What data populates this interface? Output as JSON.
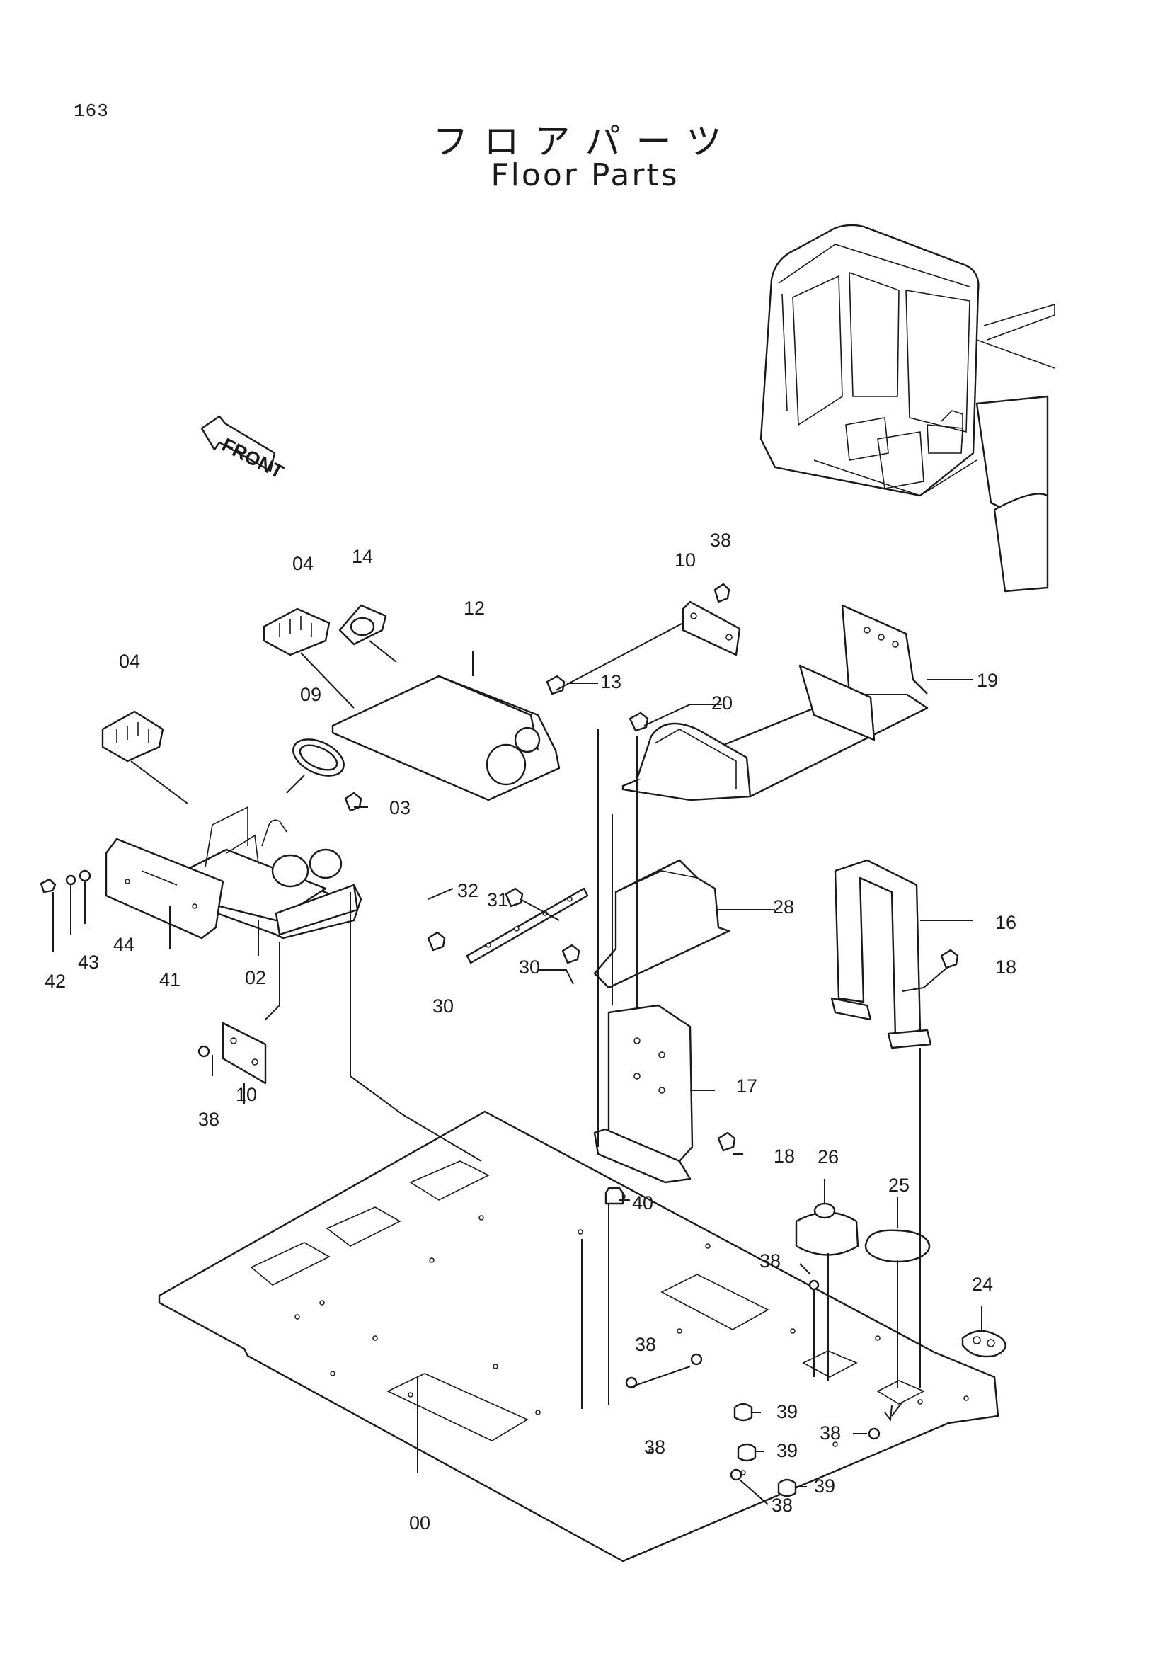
{
  "page": {
    "number": "163",
    "title_jp": "フロアパーツ",
    "title_en": "Floor Parts"
  },
  "front_arrow": {
    "label": "FRONT"
  },
  "callouts": {
    "c00": "00",
    "c02": "02",
    "c03": "03",
    "c04a": "04",
    "c04b": "04",
    "c09": "09",
    "c10a": "10",
    "c10b": "10",
    "c12": "12",
    "c13": "13",
    "c14": "14",
    "c16": "16",
    "c17": "17",
    "c18a": "18",
    "c18b": "18",
    "c19": "19",
    "c20": "20",
    "c24": "24",
    "c25": "25",
    "c26": "26",
    "c28": "28",
    "c30a": "30",
    "c30b": "30",
    "c31": "31",
    "c32": "32",
    "c38a": "38",
    "c38b": "38",
    "c38c": "38",
    "c38d": "38",
    "c38e": "38",
    "c38f": "38",
    "c38g": "38",
    "c39a": "39",
    "c39b": "39",
    "c39c": "39",
    "c40": "40",
    "c41": "41",
    "c42": "42",
    "c43": "43",
    "c44": "44"
  }
}
